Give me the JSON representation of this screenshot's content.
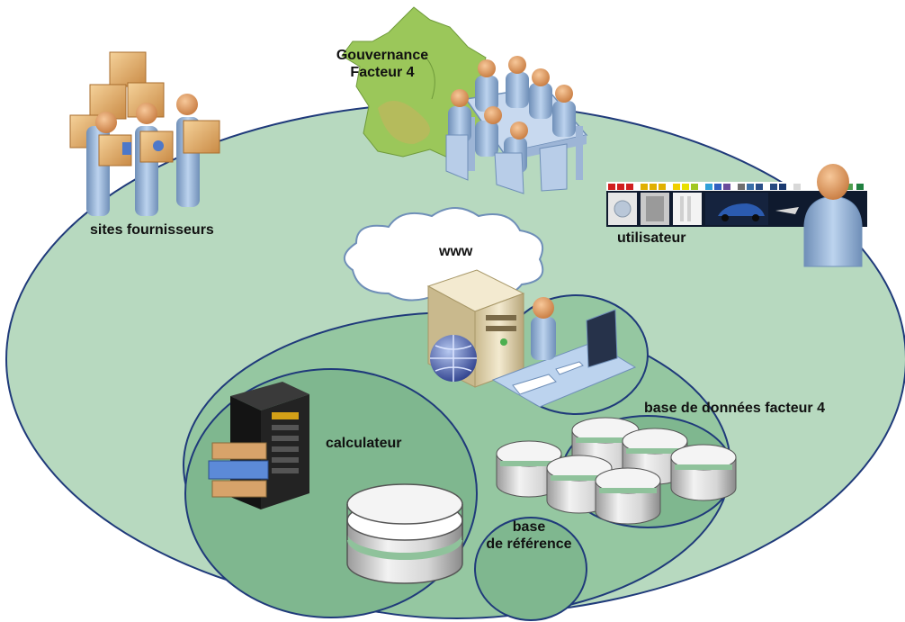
{
  "labels": {
    "gouvernance_line1": "Gouvernance",
    "gouvernance_line2": "Facteur 4",
    "sites_fournisseurs": "sites fournisseurs",
    "utilisateur": "utilisateur",
    "www": "www",
    "calculateur": "calculateur",
    "base_donnees": "base de données facteur 4",
    "base_ref_line1": "base",
    "base_ref_line2": "de référence"
  },
  "icons": {
    "france_map": "france-map-icon",
    "meeting": "meeting-table-icon",
    "suppliers": "suppliers-with-boxes-icon",
    "user": "user-icon",
    "energy_labels": "energy-label-strip-icon",
    "cloud": "internet-cloud-icon",
    "web_server": "web-server-icon",
    "operator": "operator-desk-icon",
    "calculator": "server-rack-icon",
    "reference_db": "reference-database-icon",
    "factor4_db": "database-cluster-icon"
  },
  "colors": {
    "outer_ellipse": "#b7d9bf",
    "middle_ellipse": "#95c7a1",
    "inner_ellipse": "#7fb78f",
    "ellipse_stroke": "#1f3a7a",
    "db_green": "#8fc29b",
    "france_green": "#9bc75a"
  }
}
